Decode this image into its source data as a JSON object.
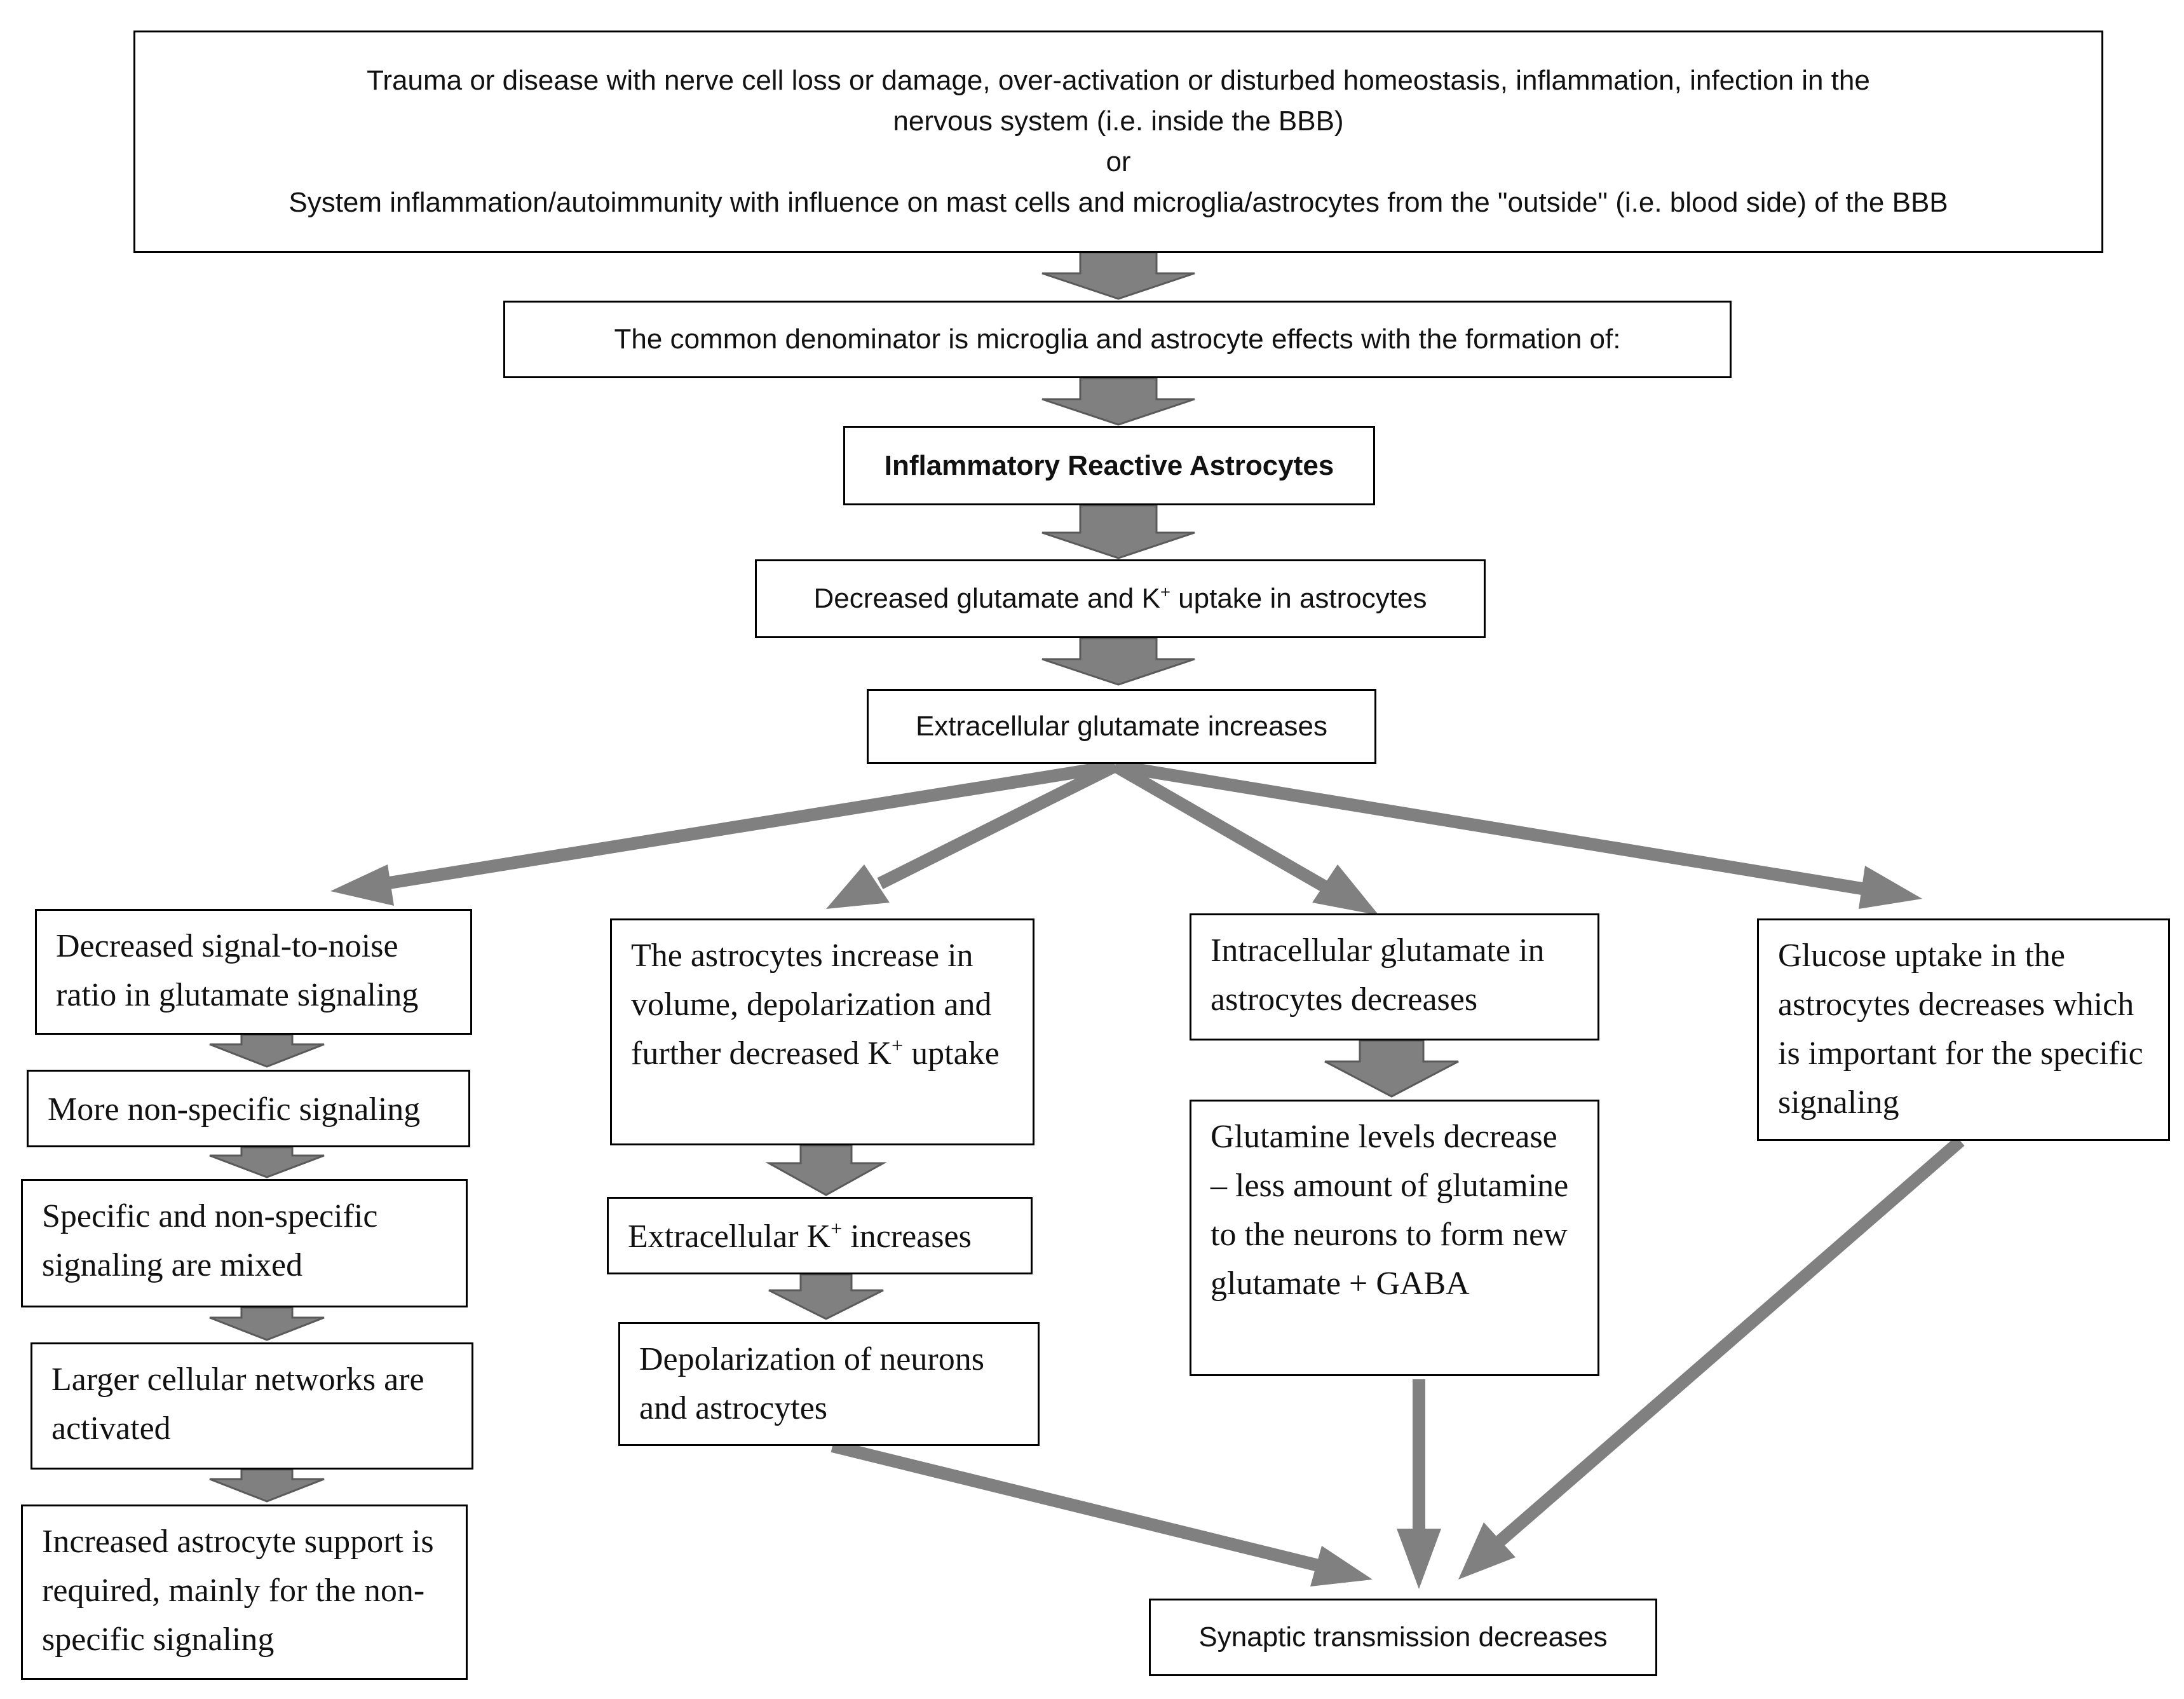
{
  "top_box": {
    "line1": "Trauma or disease with nerve cell loss or damage, over-activation or disturbed homeostasis, inflammation, infection in the",
    "line2": "nervous system (i.e. inside the BBB)",
    "or": "or",
    "line3": "System inflammation/autoimmunity  with influence on mast cells and microglia/astrocytes from the \"outside\" (i.e. blood side) of the BBB"
  },
  "common_denominator": "The common  denominator  is microglia and astrocyte effects with the formation  of:",
  "reactive_astrocytes": "Inflammatory Reactive Astrocytes",
  "decreased_uptake": {
    "before": "Decreased glutamate and K",
    "sup": "+",
    "after": " uptake in astrocytes"
  },
  "extracellular_glutamate": "Extracellular glutamate increases",
  "col1": {
    "box1": "Decreased signal-to-noise ratio in glutamate signaling",
    "box2": "More non-specific  signaling",
    "box3": "Specific  and non-specific signaling  are mixed",
    "box4": "Larger cellular  networks are activated",
    "box5": "Increased astrocyte support is required, mainly for the non-specific  signaling"
  },
  "col2": {
    "box1": {
      "before": "The astrocytes increase  in volume,  depolarization and further  decreased K",
      "sup": "+",
      "after": " uptake"
    },
    "box2": {
      "before": "Extracellular  K",
      "sup": "+",
      "after": " increases"
    },
    "box3": "Depolarization  of neurons and astrocytes"
  },
  "col3": {
    "box1": "Intracellular  glutamate  in astrocytes  decreases",
    "box2": "Glutamine  levels decrease – less amount  of glutamine  to the neurons to form  new glutamate  + GABA"
  },
  "col4": {
    "box1": "Glucose uptake in the astrocytes  decreases which is important  for the specific  signaling"
  },
  "synaptic": "Synaptic transmission decreases",
  "colors": {
    "arrow_fill": "#808080",
    "arrow_stroke": "#5a5a5a",
    "border": "#000000"
  }
}
